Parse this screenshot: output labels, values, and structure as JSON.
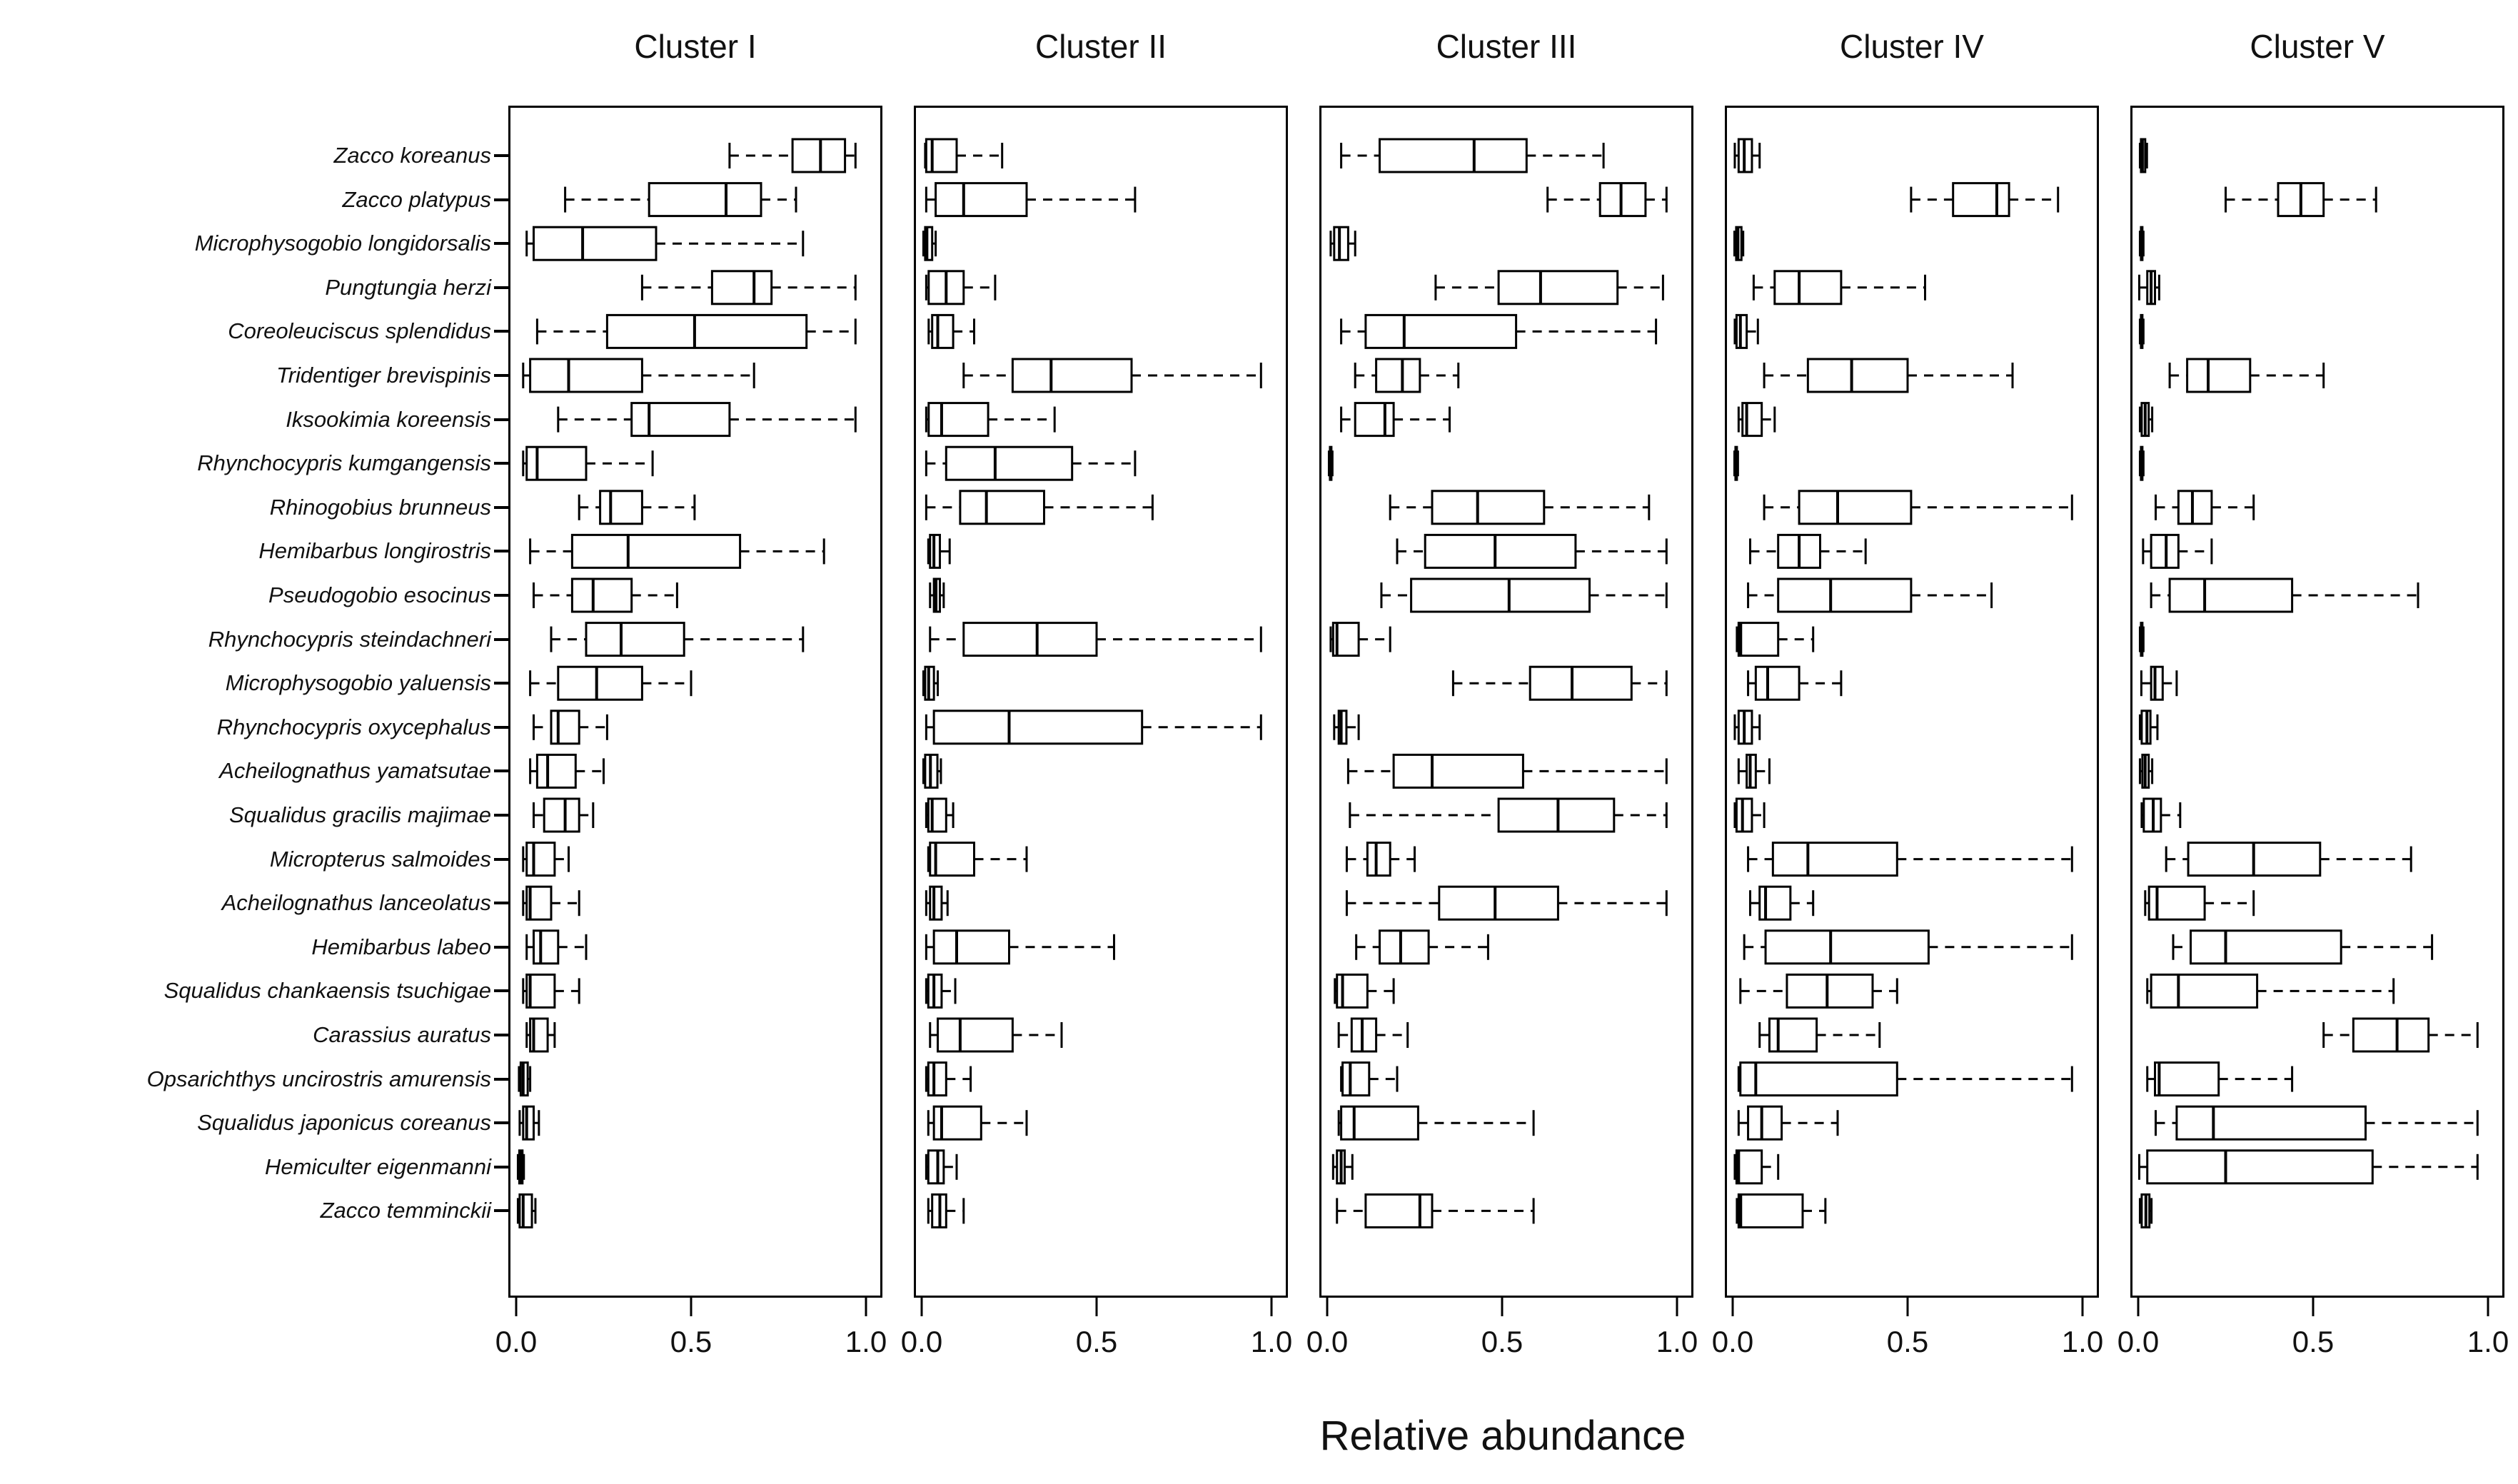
{
  "figure": {
    "background": "#ffffff",
    "ink": "#000000"
  },
  "chart_data": {
    "type": "boxplot",
    "orientation": "horizontal",
    "xlabel": "Relative abundance",
    "xlim": [
      0,
      1
    ],
    "x_ticks": [
      "0.0",
      "0.5",
      "1.0"
    ],
    "x_tick_values": [
      0,
      0.5,
      1
    ],
    "grid": false,
    "legend": "none",
    "stats_format": [
      "whisker_low",
      "q1",
      "median",
      "q3",
      "whisker_high"
    ],
    "categories": [
      "Zacco koreanus",
      "Zacco platypus",
      "Microphysogobio longidorsalis",
      "Pungtungia herzi",
      "Coreoleuciscus splendidus",
      "Tridentiger brevispinis",
      "Iksookimia koreensis",
      "Rhynchocypris kumgangensis",
      "Rhinogobius brunneus",
      "Hemibarbus longirostris",
      "Pseudogobio esocinus",
      "Rhynchocypris steindachneri",
      "Microphysogobio yaluensis",
      "Rhynchocypris oxycephalus",
      "Acheilognathus yamatsutae",
      "Squalidus gracilis majimae",
      "Micropterus salmoides",
      "Acheilognathus lanceolatus",
      "Hemibarbus labeo",
      "Squalidus chankaensis tsuchigae",
      "Carassius auratus",
      "Opsarichthys uncirostris amurensis",
      "Squalidus japonicus coreanus",
      "Hemiculter eigenmanni",
      "Zacco temminckii"
    ],
    "panels": [
      {
        "title": "Cluster I",
        "stats": [
          [
            0.61,
            0.79,
            0.87,
            0.94,
            0.97
          ],
          [
            0.14,
            0.38,
            0.6,
            0.7,
            0.8
          ],
          [
            0.03,
            0.05,
            0.19,
            0.4,
            0.82
          ],
          [
            0.36,
            0.56,
            0.68,
            0.73,
            0.97
          ],
          [
            0.06,
            0.26,
            0.51,
            0.83,
            0.97
          ],
          [
            0.02,
            0.04,
            0.15,
            0.36,
            0.68
          ],
          [
            0.12,
            0.33,
            0.38,
            0.61,
            0.97
          ],
          [
            0.02,
            0.03,
            0.06,
            0.2,
            0.39
          ],
          [
            0.18,
            0.24,
            0.27,
            0.36,
            0.51
          ],
          [
            0.04,
            0.16,
            0.32,
            0.64,
            0.88
          ],
          [
            0.05,
            0.16,
            0.22,
            0.33,
            0.46
          ],
          [
            0.1,
            0.2,
            0.3,
            0.48,
            0.82
          ],
          [
            0.04,
            0.12,
            0.23,
            0.36,
            0.5
          ],
          [
            0.05,
            0.1,
            0.12,
            0.18,
            0.26
          ],
          [
            0.04,
            0.06,
            0.09,
            0.17,
            0.25
          ],
          [
            0.05,
            0.08,
            0.14,
            0.18,
            0.22
          ],
          [
            0.02,
            0.03,
            0.05,
            0.11,
            0.15
          ],
          [
            0.02,
            0.03,
            0.04,
            0.1,
            0.18
          ],
          [
            0.03,
            0.05,
            0.07,
            0.12,
            0.2
          ],
          [
            0.02,
            0.03,
            0.04,
            0.11,
            0.18
          ],
          [
            0.03,
            0.04,
            0.05,
            0.09,
            0.11
          ],
          [
            0.008,
            0.013,
            0.02,
            0.033,
            0.04
          ],
          [
            0.01,
            0.02,
            0.03,
            0.05,
            0.065
          ],
          [
            0.005,
            0.009,
            0.013,
            0.018,
            0.022
          ],
          [
            0.005,
            0.01,
            0.02,
            0.045,
            0.055
          ]
        ]
      },
      {
        "title": "Cluster II",
        "stats": [
          [
            0.01,
            0.013,
            0.03,
            0.1,
            0.23
          ],
          [
            0.013,
            0.04,
            0.12,
            0.3,
            0.61
          ],
          [
            0.005,
            0.01,
            0.015,
            0.03,
            0.04
          ],
          [
            0.013,
            0.02,
            0.07,
            0.12,
            0.21
          ],
          [
            0.02,
            0.03,
            0.046,
            0.09,
            0.15
          ],
          [
            0.12,
            0.26,
            0.37,
            0.6,
            0.97
          ],
          [
            0.013,
            0.02,
            0.057,
            0.19,
            0.38
          ],
          [
            0.013,
            0.07,
            0.21,
            0.43,
            0.61
          ],
          [
            0.013,
            0.11,
            0.185,
            0.35,
            0.66
          ],
          [
            0.019,
            0.024,
            0.035,
            0.052,
            0.08
          ],
          [
            0.024,
            0.035,
            0.041,
            0.052,
            0.063
          ],
          [
            0.024,
            0.12,
            0.33,
            0.5,
            0.97
          ],
          [
            0.005,
            0.01,
            0.02,
            0.035,
            0.046
          ],
          [
            0.013,
            0.035,
            0.25,
            0.63,
            0.97
          ],
          [
            0.005,
            0.01,
            0.025,
            0.045,
            0.055
          ],
          [
            0.013,
            0.019,
            0.03,
            0.07,
            0.09
          ],
          [
            0.019,
            0.024,
            0.04,
            0.15,
            0.3
          ],
          [
            0.013,
            0.024,
            0.035,
            0.057,
            0.074
          ],
          [
            0.013,
            0.035,
            0.1,
            0.25,
            0.55
          ],
          [
            0.013,
            0.019,
            0.035,
            0.057,
            0.096
          ],
          [
            0.024,
            0.046,
            0.11,
            0.26,
            0.4
          ],
          [
            0.013,
            0.019,
            0.035,
            0.07,
            0.14
          ],
          [
            0.019,
            0.035,
            0.057,
            0.17,
            0.3
          ],
          [
            0.013,
            0.019,
            0.046,
            0.063,
            0.1
          ],
          [
            0.019,
            0.03,
            0.052,
            0.07,
            0.12
          ]
        ]
      },
      {
        "title": "Cluster III",
        "stats": [
          [
            0.04,
            0.15,
            0.42,
            0.57,
            0.79
          ],
          [
            0.63,
            0.78,
            0.84,
            0.91,
            0.97
          ],
          [
            0.01,
            0.02,
            0.035,
            0.06,
            0.08
          ],
          [
            0.31,
            0.49,
            0.61,
            0.83,
            0.96
          ],
          [
            0.04,
            0.11,
            0.22,
            0.54,
            0.94
          ],
          [
            0.08,
            0.14,
            0.215,
            0.265,
            0.375
          ],
          [
            0.04,
            0.08,
            0.165,
            0.19,
            0.35
          ],
          [
            0.005,
            0.008,
            0.01,
            0.012,
            0.015
          ],
          [
            0.18,
            0.3,
            0.43,
            0.62,
            0.92
          ],
          [
            0.2,
            0.28,
            0.48,
            0.71,
            0.97
          ],
          [
            0.155,
            0.24,
            0.52,
            0.75,
            0.97
          ],
          [
            0.01,
            0.017,
            0.028,
            0.09,
            0.18
          ],
          [
            0.36,
            0.58,
            0.7,
            0.87,
            0.97
          ],
          [
            0.02,
            0.033,
            0.04,
            0.055,
            0.09
          ],
          [
            0.06,
            0.19,
            0.3,
            0.56,
            0.97
          ],
          [
            0.065,
            0.49,
            0.66,
            0.82,
            0.97
          ],
          [
            0.056,
            0.115,
            0.14,
            0.18,
            0.25
          ],
          [
            0.056,
            0.32,
            0.48,
            0.66,
            0.97
          ],
          [
            0.083,
            0.15,
            0.21,
            0.29,
            0.46
          ],
          [
            0.022,
            0.028,
            0.044,
            0.115,
            0.19
          ],
          [
            0.033,
            0.07,
            0.1,
            0.14,
            0.23
          ],
          [
            0.04,
            0.044,
            0.066,
            0.12,
            0.2
          ],
          [
            0.033,
            0.04,
            0.077,
            0.26,
            0.59
          ],
          [
            0.017,
            0.028,
            0.04,
            0.05,
            0.072
          ],
          [
            0.028,
            0.11,
            0.265,
            0.3,
            0.59
          ]
        ]
      },
      {
        "title": "Cluster IV",
        "stats": [
          [
            0.006,
            0.017,
            0.033,
            0.055,
            0.077
          ],
          [
            0.51,
            0.63,
            0.755,
            0.79,
            0.93
          ],
          [
            0.005,
            0.01,
            0.015,
            0.025,
            0.03
          ],
          [
            0.06,
            0.12,
            0.19,
            0.31,
            0.55
          ],
          [
            0.006,
            0.011,
            0.022,
            0.04,
            0.072
          ],
          [
            0.09,
            0.215,
            0.34,
            0.5,
            0.8
          ],
          [
            0.017,
            0.028,
            0.04,
            0.083,
            0.12
          ],
          [
            0.005,
            0.008,
            0.01,
            0.012,
            0.015
          ],
          [
            0.09,
            0.19,
            0.3,
            0.51,
            0.97
          ],
          [
            0.05,
            0.13,
            0.19,
            0.25,
            0.38
          ],
          [
            0.044,
            0.13,
            0.28,
            0.51,
            0.74
          ],
          [
            0.012,
            0.017,
            0.023,
            0.13,
            0.23
          ],
          [
            0.044,
            0.066,
            0.1,
            0.19,
            0.31
          ],
          [
            0.006,
            0.017,
            0.033,
            0.055,
            0.077
          ],
          [
            0.017,
            0.04,
            0.05,
            0.066,
            0.105
          ],
          [
            0.006,
            0.011,
            0.028,
            0.055,
            0.09
          ],
          [
            0.044,
            0.115,
            0.215,
            0.47,
            0.97
          ],
          [
            0.05,
            0.077,
            0.094,
            0.165,
            0.23
          ],
          [
            0.033,
            0.094,
            0.28,
            0.56,
            0.97
          ],
          [
            0.022,
            0.155,
            0.27,
            0.4,
            0.47
          ],
          [
            0.077,
            0.105,
            0.13,
            0.24,
            0.42
          ],
          [
            0.017,
            0.022,
            0.066,
            0.47,
            0.97
          ],
          [
            0.017,
            0.044,
            0.083,
            0.14,
            0.3
          ],
          [
            0.006,
            0.011,
            0.017,
            0.083,
            0.13
          ],
          [
            0.012,
            0.017,
            0.023,
            0.2,
            0.265
          ]
        ]
      },
      {
        "title": "Cluster V",
        "stats": [
          [
            0.005,
            0.008,
            0.012,
            0.02,
            0.025
          ],
          [
            0.25,
            0.4,
            0.465,
            0.53,
            0.68
          ],
          [
            0.005,
            0.008,
            0.01,
            0.012,
            0.015
          ],
          [
            0.003,
            0.026,
            0.037,
            0.048,
            0.06
          ],
          [
            0.005,
            0.008,
            0.01,
            0.012,
            0.015
          ],
          [
            0.09,
            0.14,
            0.2,
            0.32,
            0.53
          ],
          [
            0.005,
            0.01,
            0.02,
            0.03,
            0.04
          ],
          [
            0.005,
            0.008,
            0.01,
            0.012,
            0.015
          ],
          [
            0.05,
            0.115,
            0.155,
            0.21,
            0.33
          ],
          [
            0.014,
            0.037,
            0.08,
            0.115,
            0.21
          ],
          [
            0.037,
            0.09,
            0.19,
            0.44,
            0.8
          ],
          [
            0.005,
            0.008,
            0.01,
            0.012,
            0.015
          ],
          [
            0.009,
            0.037,
            0.048,
            0.07,
            0.11
          ],
          [
            0.005,
            0.01,
            0.025,
            0.035,
            0.055
          ],
          [
            0.005,
            0.012,
            0.02,
            0.03,
            0.04
          ],
          [
            0.01,
            0.016,
            0.043,
            0.065,
            0.12
          ],
          [
            0.08,
            0.143,
            0.33,
            0.52,
            0.78
          ],
          [
            0.02,
            0.031,
            0.054,
            0.19,
            0.33
          ],
          [
            0.1,
            0.15,
            0.25,
            0.58,
            0.84
          ],
          [
            0.026,
            0.037,
            0.115,
            0.34,
            0.73
          ],
          [
            0.53,
            0.615,
            0.74,
            0.83,
            0.97
          ],
          [
            0.026,
            0.048,
            0.06,
            0.23,
            0.44
          ],
          [
            0.05,
            0.11,
            0.215,
            0.65,
            0.97
          ],
          [
            0.003,
            0.026,
            0.25,
            0.67,
            0.97
          ],
          [
            0.005,
            0.01,
            0.022,
            0.032,
            0.038
          ]
        ]
      }
    ]
  }
}
